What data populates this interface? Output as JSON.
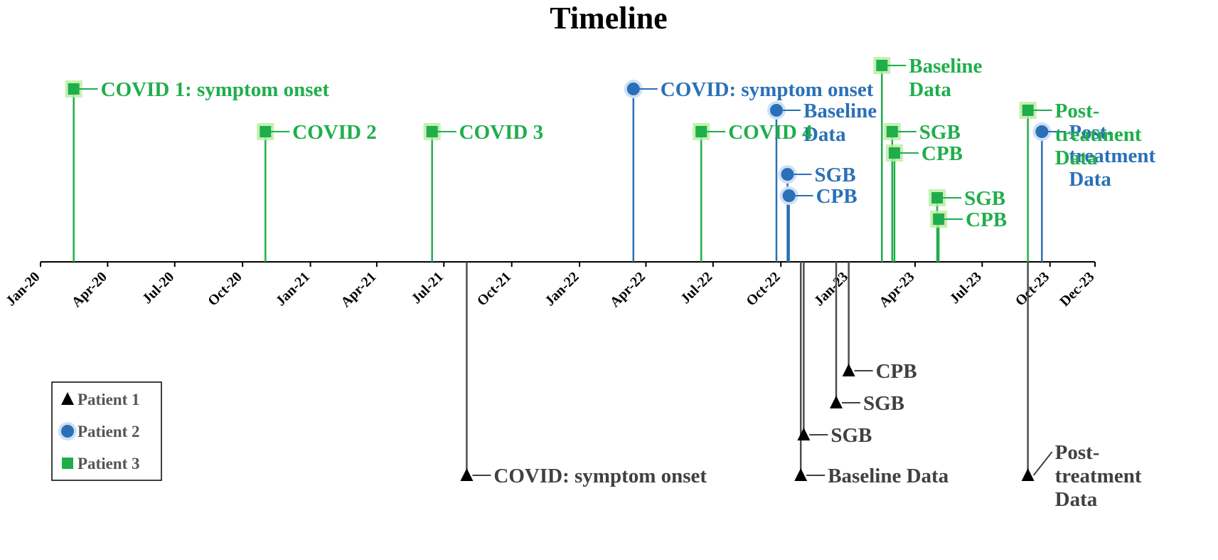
{
  "chart_data": {
    "type": "timeline",
    "title": "Timeline",
    "x_ticks": [
      "Jan-20",
      "Apr-20",
      "Jul-20",
      "Oct-20",
      "Jan-21",
      "Apr-21",
      "Jul-21",
      "Oct-21",
      "Jan-22",
      "Apr-22",
      "Jul-22",
      "Oct-22",
      "Jan-23",
      "Apr-23",
      "Jul-23",
      "Oct-23",
      "Dec-23"
    ],
    "x_range": [
      "2020-01-01",
      "2023-12-01"
    ],
    "colors": {
      "patient1": "#4d4d4d",
      "patient2": "#2a70b8",
      "patient3": "#1fae4b"
    },
    "legend": {
      "position": "bottom-left",
      "entries": [
        {
          "name": "Patient 1",
          "marker": "triangle",
          "color": "#000000"
        },
        {
          "name": "Patient 2",
          "marker": "circle",
          "color": "#2a70b8"
        },
        {
          "name": "Patient 3",
          "marker": "square",
          "color": "#1fae4b"
        }
      ]
    },
    "series": [
      {
        "name": "Patient 1",
        "marker": "triangle",
        "color": "#4d4d4d",
        "events": [
          {
            "date": "2021-08-01",
            "level": -10,
            "label": [
              "COVID: symptom onset"
            ]
          },
          {
            "date": "2022-10-28",
            "level": -10,
            "label": [
              "Baseline Data"
            ]
          },
          {
            "date": "2022-11-01",
            "level": -8.1,
            "label": [
              "SGB"
            ]
          },
          {
            "date": "2022-12-15",
            "level": -6.6,
            "label": [
              "SGB"
            ]
          },
          {
            "date": "2023-01-01",
            "level": -5.1,
            "label": [
              "CPB"
            ]
          },
          {
            "date": "2023-09-01",
            "level": -10,
            "label": [
              "Post-",
              "treatment",
              "Data"
            ]
          }
        ]
      },
      {
        "name": "Patient 2",
        "marker": "circle",
        "color": "#2a70b8",
        "events": [
          {
            "date": "2022-03-15",
            "level": 8.1,
            "label": [
              "COVID: symptom onset"
            ]
          },
          {
            "date": "2022-09-25",
            "level": 7.1,
            "label": [
              "Baseline",
              "Data"
            ]
          },
          {
            "date": "2022-10-10",
            "level": 4.1,
            "label": [
              "SGB"
            ]
          },
          {
            "date": "2022-10-12",
            "level": 3.1,
            "label": [
              "CPB"
            ]
          },
          {
            "date": "2023-09-20",
            "level": 6.1,
            "label": [
              "Post-",
              "treatment",
              "Data"
            ]
          }
        ]
      },
      {
        "name": "Patient 3",
        "marker": "square",
        "color": "#1fae4b",
        "events": [
          {
            "date": "2020-02-15",
            "level": 8.1,
            "label": [
              "COVID 1: symptom onset"
            ]
          },
          {
            "date": "2020-11-01",
            "level": 6.1,
            "label": [
              "COVID 2"
            ]
          },
          {
            "date": "2021-06-15",
            "level": 6.1,
            "label": [
              "COVID 3"
            ]
          },
          {
            "date": "2022-06-15",
            "level": 6.1,
            "label": [
              "COVID 4"
            ]
          },
          {
            "date": "2023-02-15",
            "level": 9.2,
            "label": [
              "Baseline",
              "Data"
            ]
          },
          {
            "date": "2023-03-01",
            "level": 6.1,
            "label": [
              "SGB"
            ]
          },
          {
            "date": "2023-03-04",
            "level": 5.1,
            "label": [
              "CPB"
            ]
          },
          {
            "date": "2023-05-01",
            "level": 3.0,
            "label": [
              "SGB"
            ]
          },
          {
            "date": "2023-05-03",
            "level": 2.0,
            "label": [
              "CPB"
            ]
          },
          {
            "date": "2023-09-01",
            "level": 7.1,
            "label": [
              "Post-",
              "treatment",
              "Data"
            ]
          }
        ]
      }
    ]
  }
}
